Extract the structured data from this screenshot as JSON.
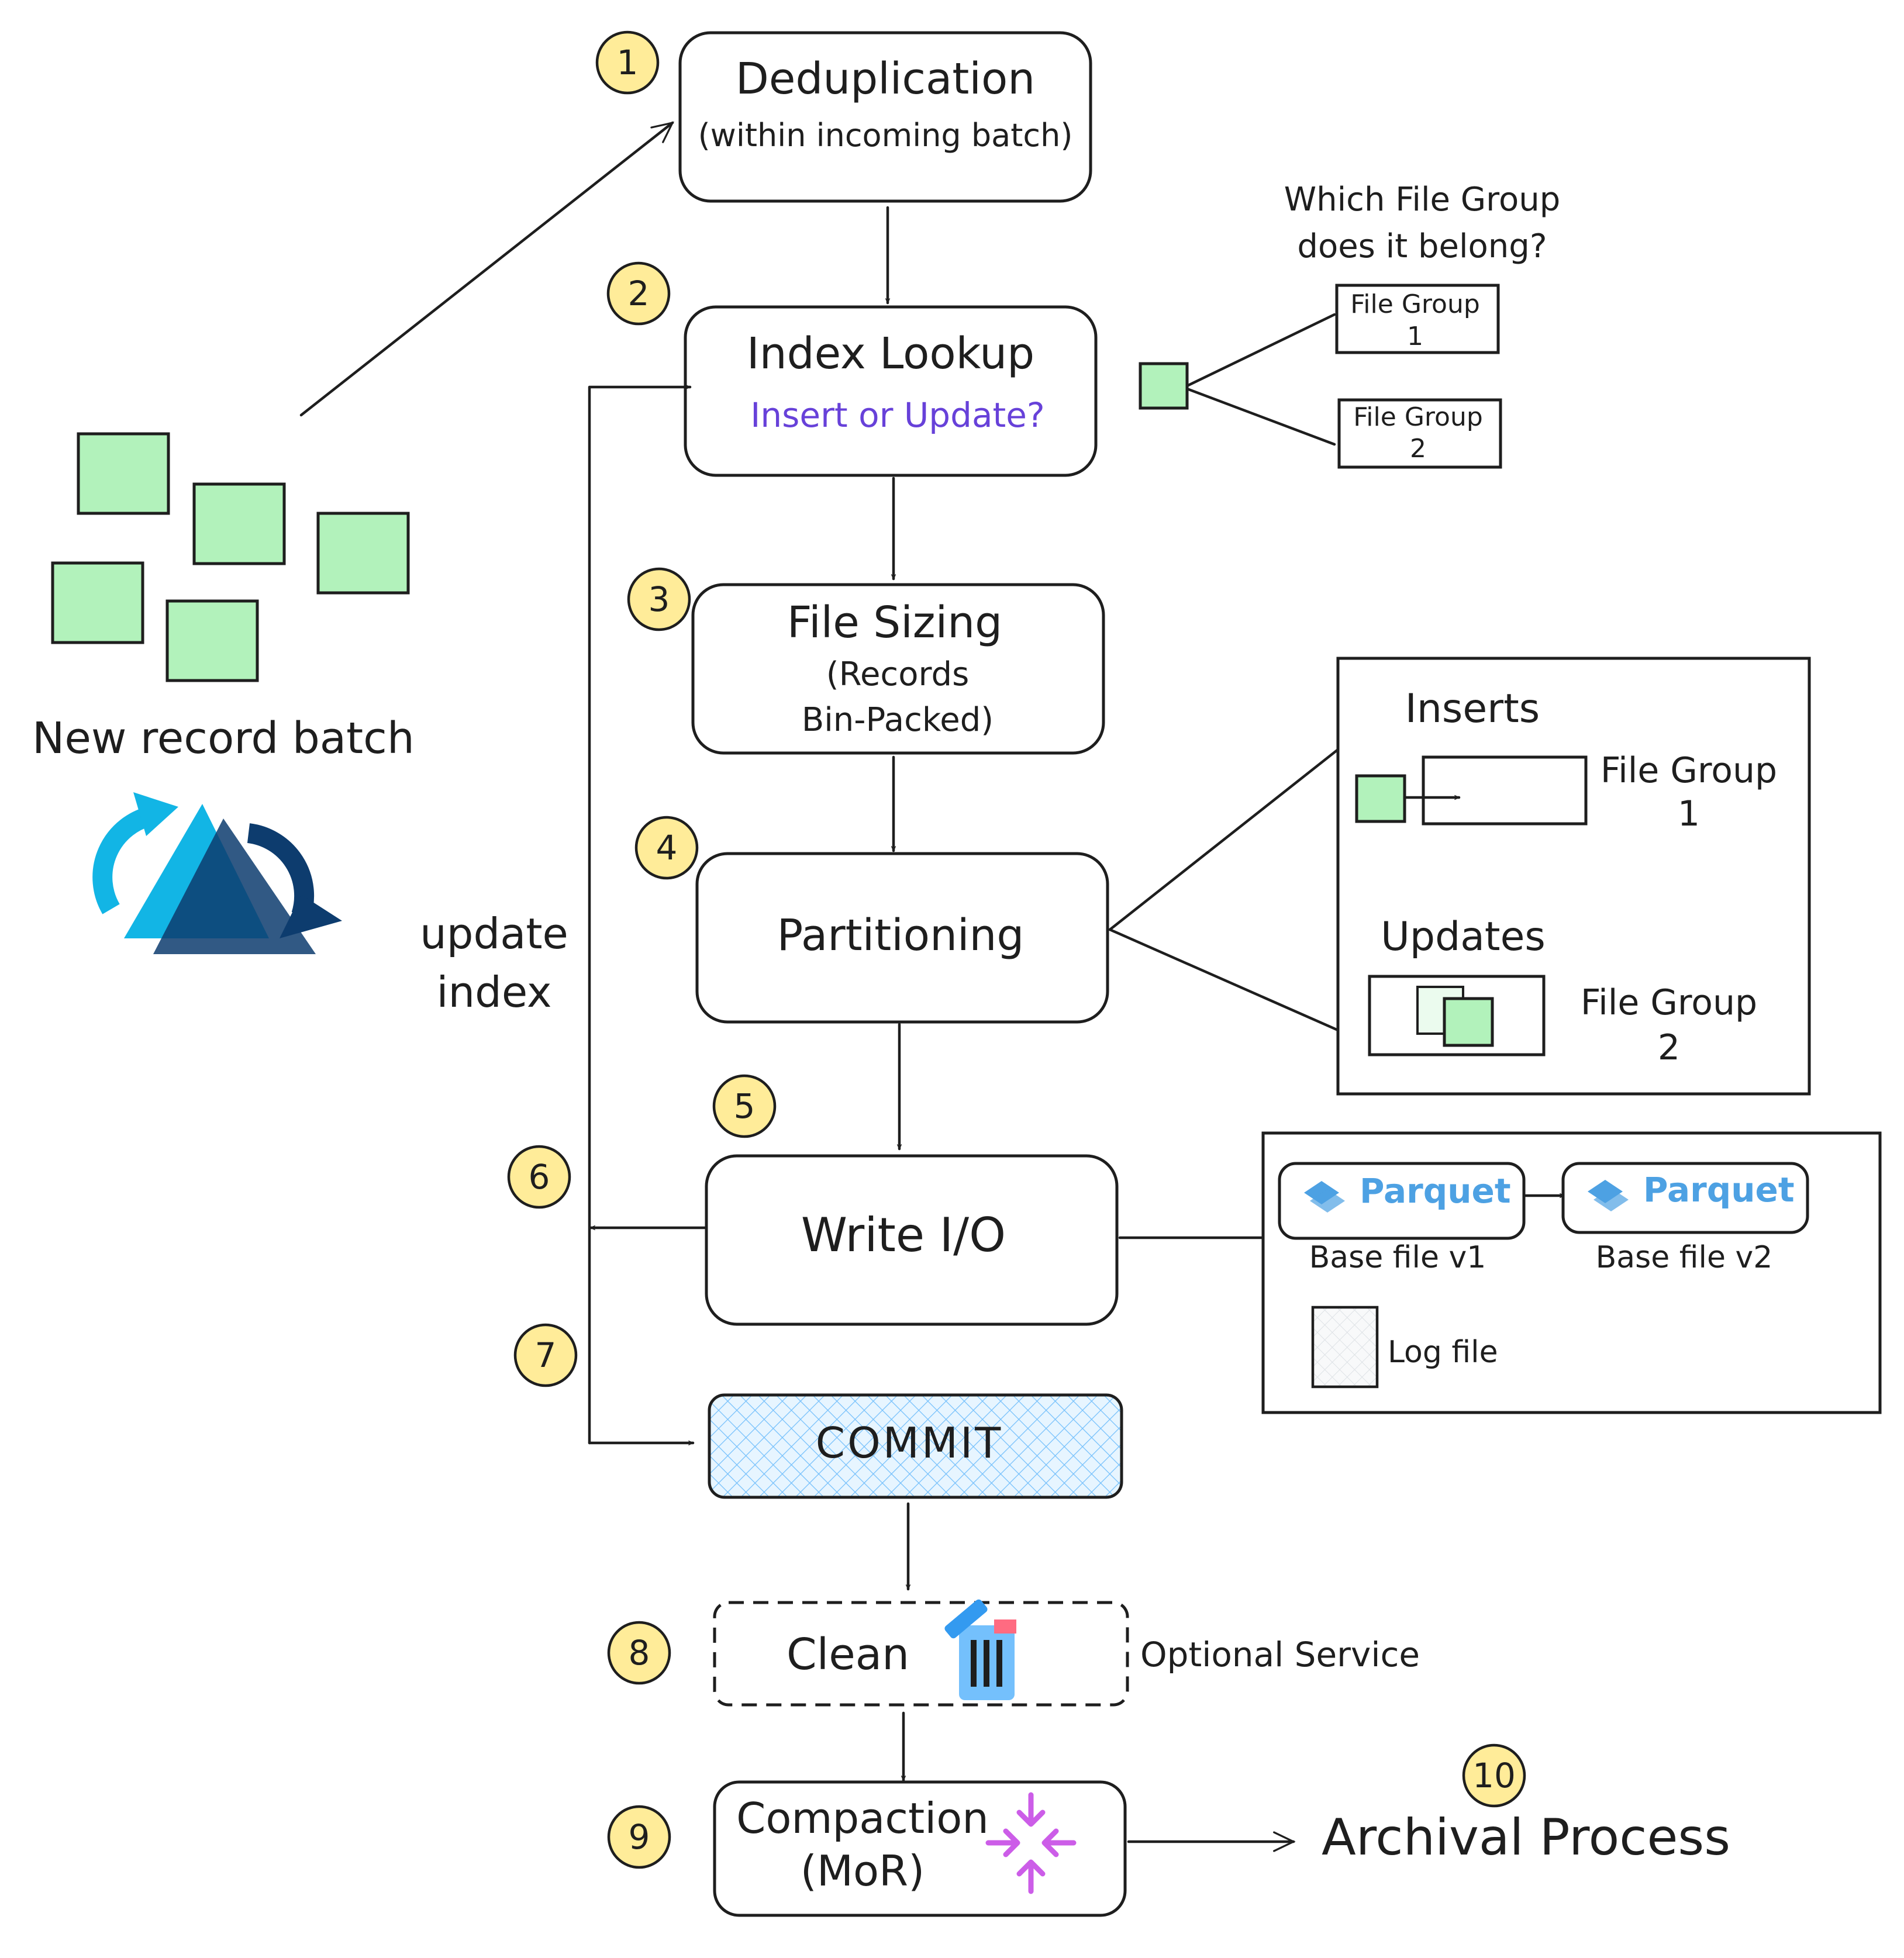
{
  "colors": {
    "badge_fill": "#ffec99",
    "record_fill": "#b2f2bb",
    "highlight_text": "#6741d9",
    "commit_hatch": "#74c0fc",
    "parquet_blue": "#4da1e3",
    "logo_light": "#12b5e5",
    "logo_dark": "#0d3c6e"
  },
  "icons": [
    "hudi-logo-icon",
    "trash-can-icon",
    "compaction-arrows-icon",
    "parquet-logo-icon"
  ],
  "left": {
    "batch_label": "New record batch",
    "update_index": [
      "update",
      "index"
    ]
  },
  "steps": {
    "s1": {
      "badge": "1",
      "title": "Deduplication",
      "sub": "(within incoming batch)"
    },
    "s2": {
      "badge": "2",
      "title": "Index Lookup",
      "sub": "Insert or Update?"
    },
    "s3": {
      "badge": "3",
      "title": "File Sizing",
      "sub1": "(Records",
      "sub2": "Bin-Packed)"
    },
    "s4": {
      "badge": "4",
      "title": "Partitioning"
    },
    "s5": {
      "badge": "5",
      "title": "Write I/O"
    },
    "s6": {
      "badge": "6"
    },
    "s7": {
      "badge": "7",
      "title": "COMMIT"
    },
    "s8": {
      "badge": "8",
      "title": "Clean",
      "note": "Optional Service"
    },
    "s9": {
      "badge": "9",
      "title1": "Compaction",
      "title2": "(MoR)"
    },
    "s10": {
      "badge": "10",
      "title": "Archival Process"
    }
  },
  "lookup": {
    "question1": "Which File Group",
    "question2": "does it belong?",
    "fg1_a": "File Group",
    "fg1_b": "1",
    "fg2_a": "File Group",
    "fg2_b": "2"
  },
  "partition_panel": {
    "inserts": "Inserts",
    "fg1_a": "File Group",
    "fg1_b": "1",
    "updates": "Updates",
    "fg2_a": "File Group",
    "fg2_b": "2"
  },
  "write_panel": {
    "parquet1": "Parquet",
    "base1": "Base file v1",
    "parquet2": "Parquet",
    "base2": "Base file v2",
    "log": "Log file"
  }
}
